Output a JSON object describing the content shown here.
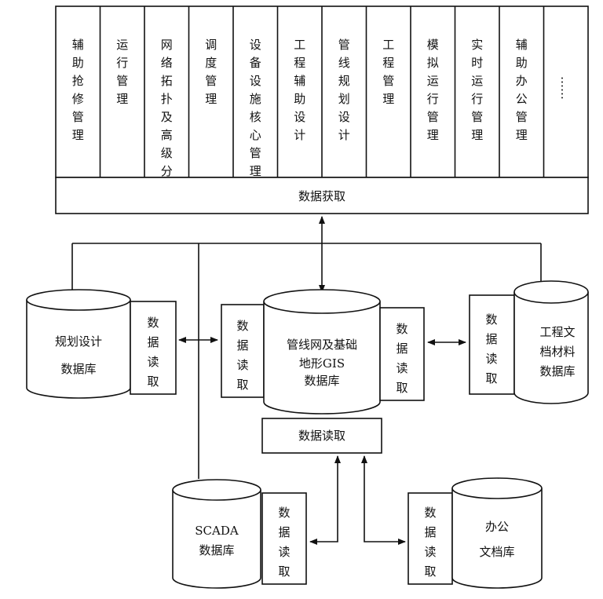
{
  "modules": [
    {
      "id": "m1",
      "text": "辅助抢修管理"
    },
    {
      "id": "m2",
      "text": "运行管理"
    },
    {
      "id": "m3",
      "text": "网络拓扑及高级分析"
    },
    {
      "id": "m4",
      "text": "调度管理"
    },
    {
      "id": "m5",
      "text": "设备设施核心管理"
    },
    {
      "id": "m6",
      "text": "工程辅助设计"
    },
    {
      "id": "m7",
      "text": "管线规划设计"
    },
    {
      "id": "m8",
      "text": "工程管理"
    },
    {
      "id": "m9",
      "text": "模拟运行管理"
    },
    {
      "id": "m10",
      "text": "实时运行管理"
    },
    {
      "id": "m11",
      "text": "辅助办公管理"
    },
    {
      "id": "m12",
      "text": "……"
    }
  ],
  "data_acquisition": "数据获取",
  "data_read_label": "数据读取",
  "databases": {
    "planning": [
      "规划设计",
      "数据库"
    ],
    "central": [
      "管线网及基础",
      "地形GIS",
      "数据库"
    ],
    "engineering": [
      "工程文",
      "档材料",
      "数据库"
    ],
    "scada": [
      "SCADA",
      "数据库"
    ],
    "office": [
      "办公",
      "文档库"
    ]
  }
}
